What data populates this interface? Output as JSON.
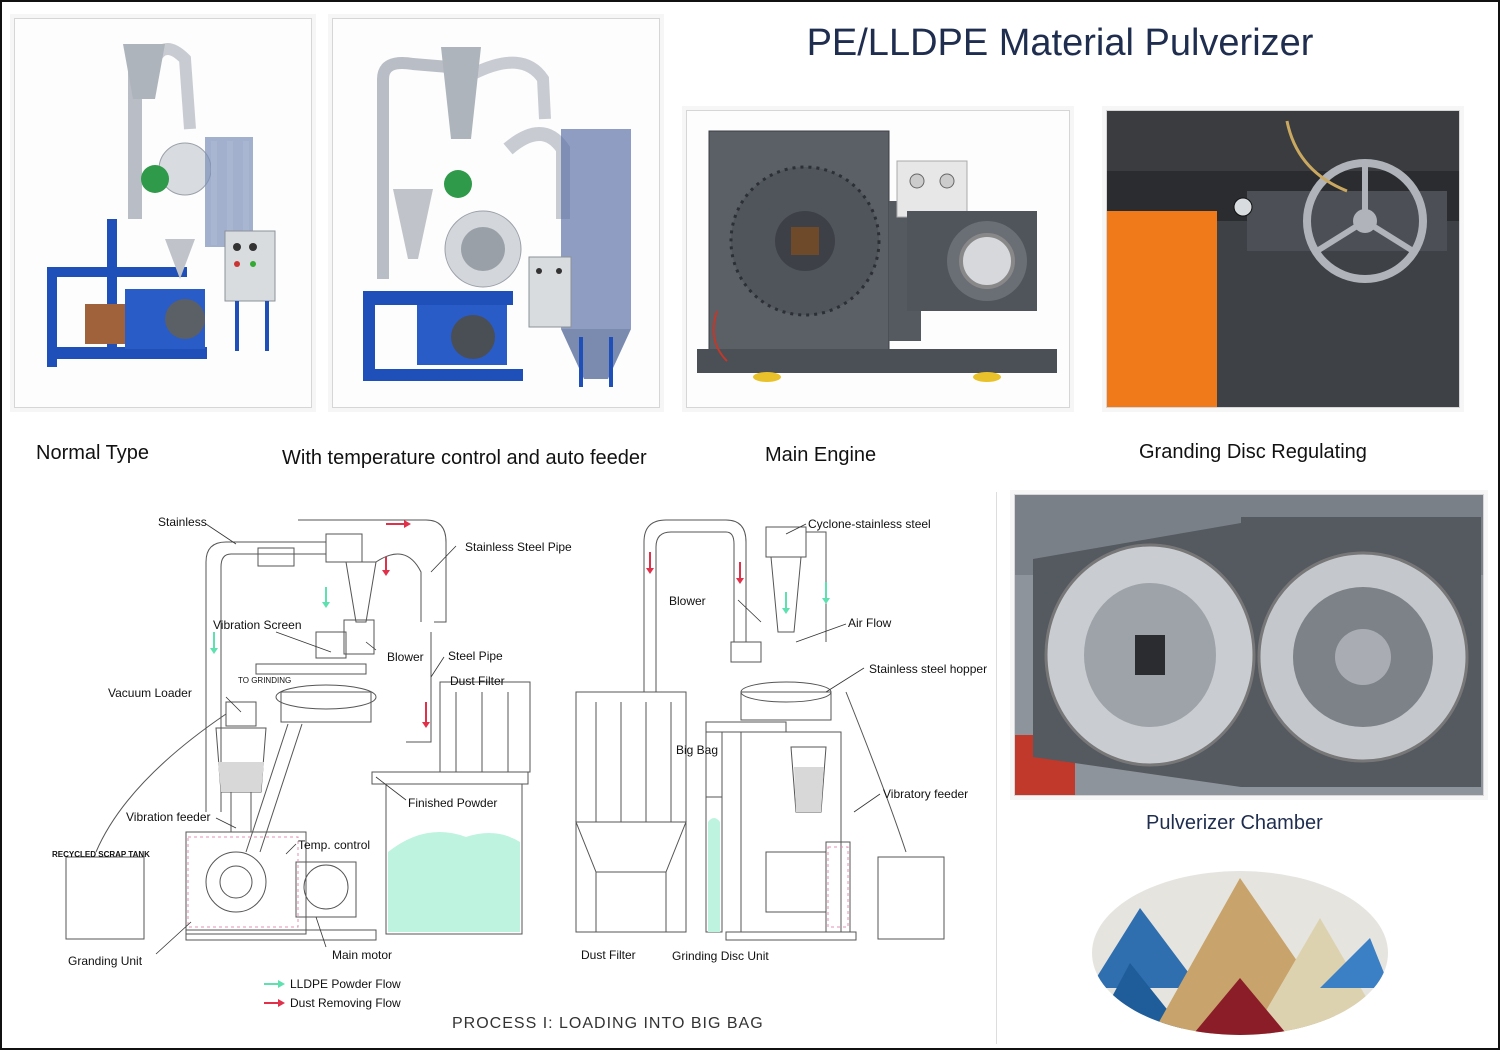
{
  "title": "PE/LLDPE Material Pulverizer",
  "photos": {
    "normal": {
      "caption": "Normal Type"
    },
    "auto": {
      "caption": "With temperature control and auto feeder"
    },
    "engine": {
      "caption": "Main Engine"
    },
    "disc": {
      "caption": "Granding Disc Regulating"
    },
    "chamber": {
      "caption": "Pulverizer Chamber"
    }
  },
  "diagram": {
    "labels": {
      "stainless": "Stainless",
      "stainless_pipe": "Stainless Steel Pipe",
      "vibration_screen": "Vibration Screen",
      "blower_left": "Blower",
      "steel_pipe": "Steel Pipe",
      "dust_filter_left": "Dust Filter",
      "vacuum_loader": "Vacuum Loader",
      "to_grinding": "TO GRINDING",
      "finished_powder": "Finished Powder",
      "vibration_feeder": "Vibration feeder",
      "recycled_tank": "RECYCLED SCRAP TANK",
      "temp_control": "Temp. control",
      "granding_unit": "Granding Unit",
      "main_motor": "Main motor",
      "cyclone": "Cyclone-stainless steel",
      "blower_right": "Blower",
      "air_flow": "Air Flow",
      "stainless_hopper": "Stainless steel hopper",
      "big_bag": "Big Bag",
      "vibratory_feeder": "Vibratory feeder",
      "dust_filter_right": "Dust Filter",
      "grinding_disc_unit": "Grinding Disc Unit"
    },
    "legend": {
      "powder_flow": "LLDPE Powder Flow",
      "dust_flow": "Dust Removing Flow",
      "powder_color": "#5fe0b0",
      "dust_color": "#e0304a"
    },
    "process_title": "PROCESS I: LOADING  INTO BIG BAG"
  },
  "colors": {
    "title": "#1f2d4f",
    "machine_blue": "#1f4fb8",
    "machine_grey": "#5b5f66",
    "orange": "#f07a1a"
  }
}
